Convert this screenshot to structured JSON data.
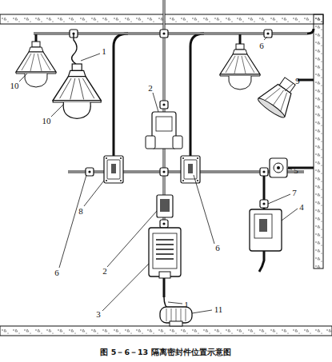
{
  "diagram": {
    "caption": "图 5－6－13  隔离密封件位置示意图",
    "labels": [
      "1",
      "6",
      "2",
      "10",
      "10",
      "9",
      "8",
      "5",
      "7",
      "4",
      "2",
      "6",
      "6",
      "3",
      "1",
      "11"
    ]
  }
}
